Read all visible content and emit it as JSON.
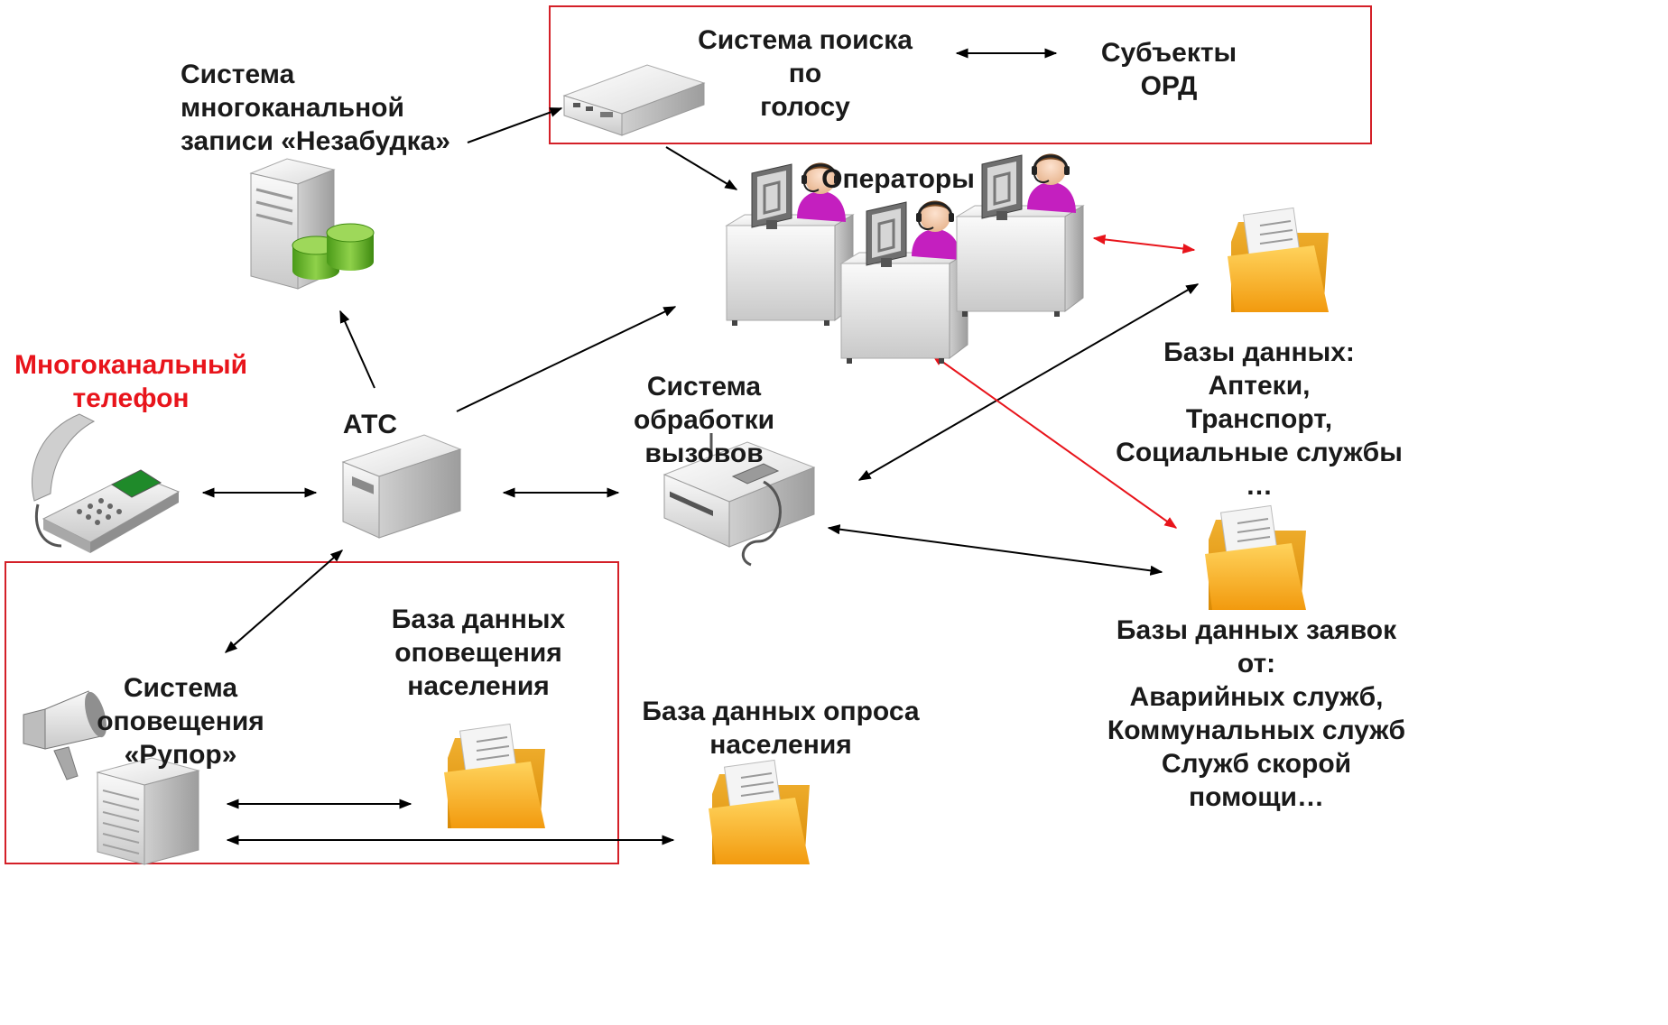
{
  "labels": {
    "voice_search": [
      "Система поиска по",
      "голосу"
    ],
    "ord_subjects": "Субъекты ОРД",
    "recording_system": [
      "Система",
      "многоканальной",
      "записи «Незабудка»"
    ],
    "operators": "Операторы",
    "multichannel_phone": [
      "Многоканальный",
      "телефон"
    ],
    "pbx": "АТС",
    "call_processing": [
      "Система обработки",
      "вызовов"
    ],
    "db_services": [
      "Базы данных:",
      "Аптеки,",
      "Транспорт,",
      "Социальные службы …"
    ],
    "db_requests": [
      "Базы данных заявок от:",
      "Аварийных служб,",
      "Коммунальных служб",
      "Служб скорой помощи…"
    ],
    "notification_system": [
      "Система оповещения",
      "«Рупор»"
    ],
    "notification_db": [
      "База данных",
      "оповещения",
      "населения"
    ],
    "survey_db": [
      "База данных опроса",
      "населения"
    ]
  },
  "colors": {
    "text": "#1a1a1a",
    "highlight_text": "#e8141b",
    "frame": "#d42028",
    "arrow_black": "#000000",
    "arrow_red": "#e8141b",
    "folder": "#f5a81c",
    "db_green": "#5aa51f",
    "headset_magenta": "#c41fbf"
  },
  "icons": {
    "voice_search": "server-box-icon",
    "recording": "server-tower-with-database-icon",
    "operators": "operator-workstation-icon",
    "phone": "desk-phone-icon",
    "pbx": "pbx-box-icon",
    "call_processing": "dispatcher-console-icon",
    "folders": "folder-document-icon",
    "megaphone": "megaphone-icon",
    "notification_server": "rack-server-icon"
  }
}
